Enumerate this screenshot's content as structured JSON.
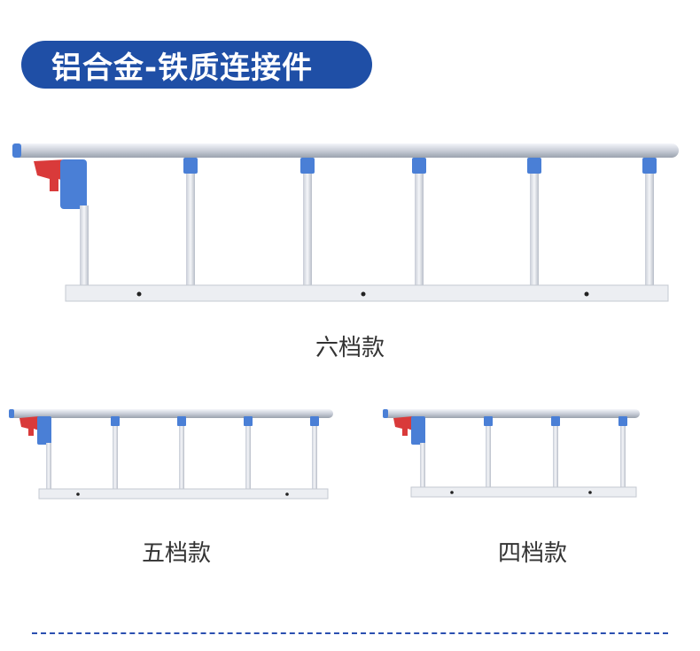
{
  "banner": {
    "title": "铝合金-铁质连接件"
  },
  "products": [
    {
      "caption": "六档款"
    },
    {
      "caption": "五档款"
    },
    {
      "caption": "四档款"
    }
  ],
  "colors": {
    "banner": "#1f4fa6",
    "bracket": "#4a7fd6",
    "lever": "#d93a3a",
    "dash": "#2a4fb0"
  }
}
